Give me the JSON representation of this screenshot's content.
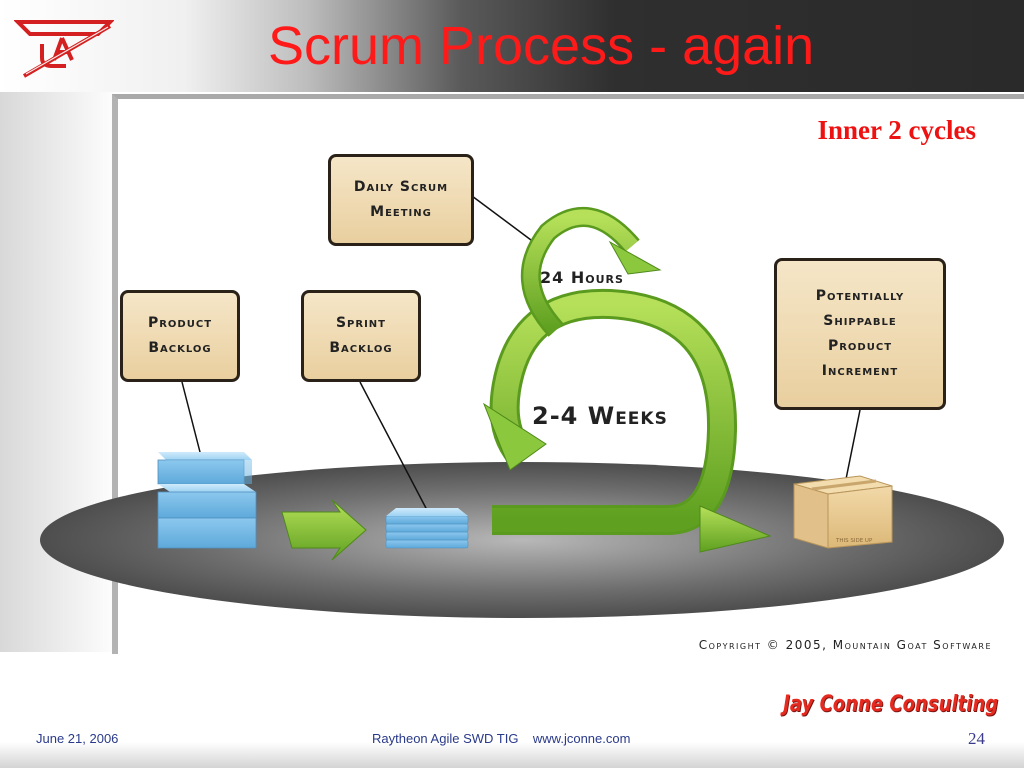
{
  "slide": {
    "title": "Scrum Process - again",
    "annotation": "Inner 2 cycles"
  },
  "diagram": {
    "boxes": {
      "daily_scrum": "Daily Scrum\nMeeting",
      "product_backlog": "Product\nBacklog",
      "sprint_backlog": "Sprint\nBacklog",
      "increment": "Potentially\nShippable\nProduct\nIncrement"
    },
    "cycle_labels": {
      "hours": "24 Hours",
      "weeks": "2-4 Weeks"
    },
    "box_stamp": "THIS SIDE UP",
    "copyright": "Copyright © 2005, Mountain Goat Software"
  },
  "branding": {
    "company": "Jay Conne Consulting"
  },
  "footer": {
    "date": "June 21, 2006",
    "center_text": "Raytheon Agile SWD TIG",
    "url": "www.jconne.com",
    "page_number": "24"
  },
  "colors": {
    "title": "#ff1a1a",
    "annotation": "#ee1111",
    "arrow_green": "#7ec232",
    "box_fill": "#ecd4a6",
    "stack_blue": "#8cc8ee"
  }
}
